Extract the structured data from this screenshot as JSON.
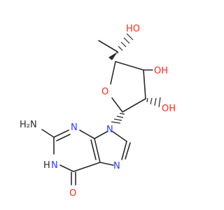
{
  "colors": {
    "bond": "#2a2a2a",
    "oxygen": "#ff2a1a",
    "nitrogen": "#2a3bff",
    "background": "#ffffff"
  },
  "atom_labels": {
    "ho_top": "HO",
    "oh_right_upper": "OH",
    "oh_right_lower": "OH",
    "ring_o": "O",
    "n9": "N",
    "n3": "N",
    "n7": "N",
    "h2n": "H₂N",
    "n1h_h": "H",
    "n1h_n": "N",
    "carbonyl_o": "O"
  }
}
